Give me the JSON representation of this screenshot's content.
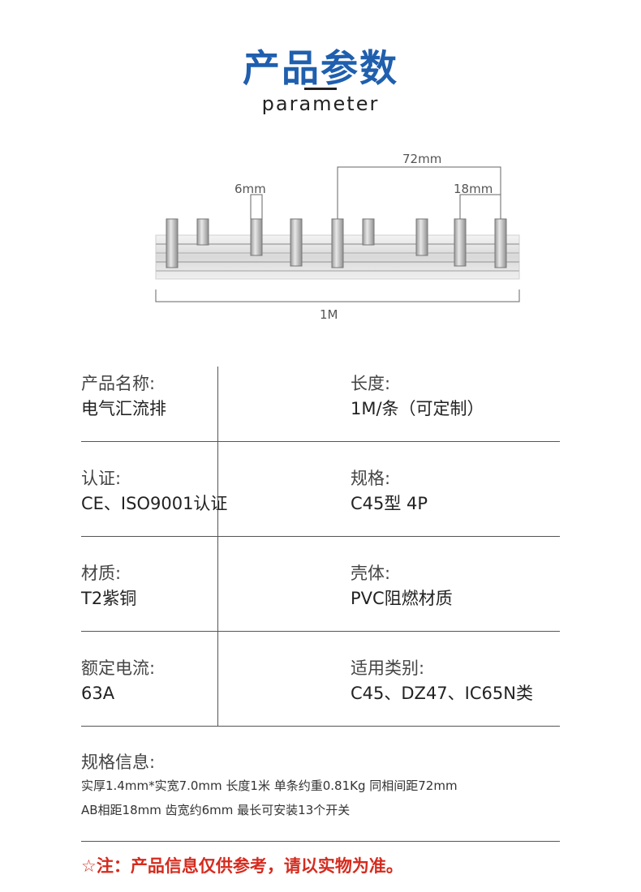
{
  "header": {
    "title": "产品参数",
    "subtitle": "parameter"
  },
  "diagram": {
    "tooth_width_label": "6mm",
    "same_phase_pitch_label": "72mm",
    "ab_pitch_label": "18mm",
    "length_label": "1M"
  },
  "specs": [
    {
      "left_label": "产品名称:",
      "left_value": "电气汇流排",
      "right_label": "长度:",
      "right_value": "1M/条（可定制）"
    },
    {
      "left_label": "认证:",
      "left_value": "CE、ISO9001认证",
      "right_label": "规格:",
      "right_value": "C45型 4P"
    },
    {
      "left_label": "材质:",
      "left_value": "T2紫铜",
      "right_label": "壳体:",
      "right_value": "PVC阻燃材质"
    },
    {
      "left_label": "额定电流:",
      "left_value": "63A",
      "right_label": "适用类别:",
      "right_value": "C45、DZ47、IC65N类"
    }
  ],
  "spec_info": {
    "label": "规格信息:",
    "line1": "实厚1.4mm*实宽7.0mm 长度1米 单条约重0.81Kg 同相间距72mm",
    "line2": "AB相距18mm 齿宽约6mm 最长可安装13个开关"
  },
  "note": "☆注：产品信息仅供参考，请以实物为准。",
  "colors": {
    "title": "#1f5fae",
    "note": "#d52b1e",
    "rule": "#555555"
  }
}
